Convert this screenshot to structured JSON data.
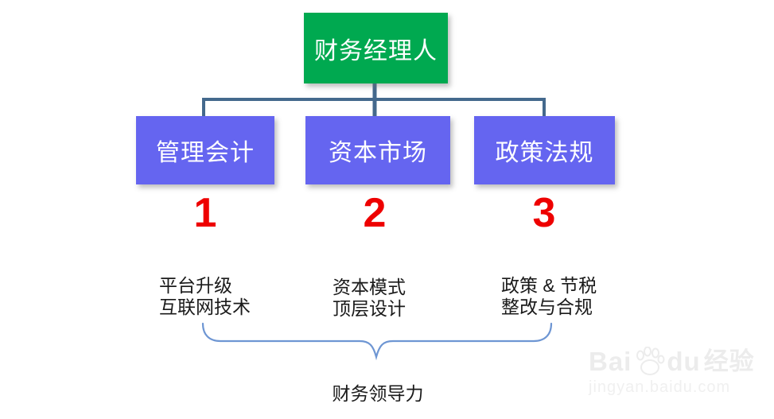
{
  "diagram": {
    "root": {
      "label": "财务经理人"
    },
    "branches": [
      {
        "label": "管理会计",
        "number": "1",
        "desc": [
          "平台升级",
          "互联网技术"
        ]
      },
      {
        "label": "资本市场",
        "number": "2",
        "desc": [
          "资本模式",
          "顶层设计"
        ]
      },
      {
        "label": "政策法规",
        "number": "3",
        "desc": [
          "政策 & 节税",
          "整改与合规"
        ]
      }
    ],
    "summary_label": "财务领导力"
  },
  "watermark": {
    "brand_prefix": "Bai",
    "brand_suffix": "du",
    "brand_cn": "经验",
    "url": "jingyan.baidu.com"
  },
  "colors": {
    "root_box": "#00A950",
    "branch_box": "#6565F0",
    "connector": "#44698D",
    "number_red": "#EE0000",
    "brace_blue": "#6E96D3",
    "text": "#1A1A1A"
  }
}
